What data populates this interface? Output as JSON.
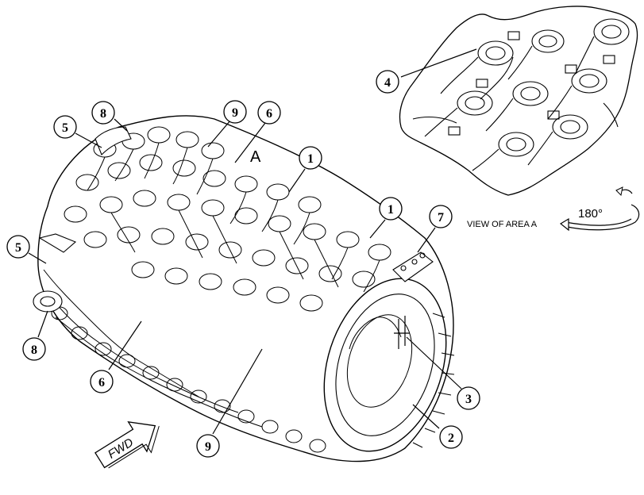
{
  "labels": {
    "area_letter": "A",
    "view_of_area": "VIEW OF AREA A",
    "rotation": "180°",
    "fwd": "FWD"
  },
  "callouts": [
    "5",
    "8",
    "9",
    "6",
    "1",
    "1",
    "7",
    "5",
    "8",
    "6",
    "9",
    "3",
    "2",
    "4"
  ],
  "colors": {
    "line": "#000000",
    "background": "#ffffff"
  }
}
